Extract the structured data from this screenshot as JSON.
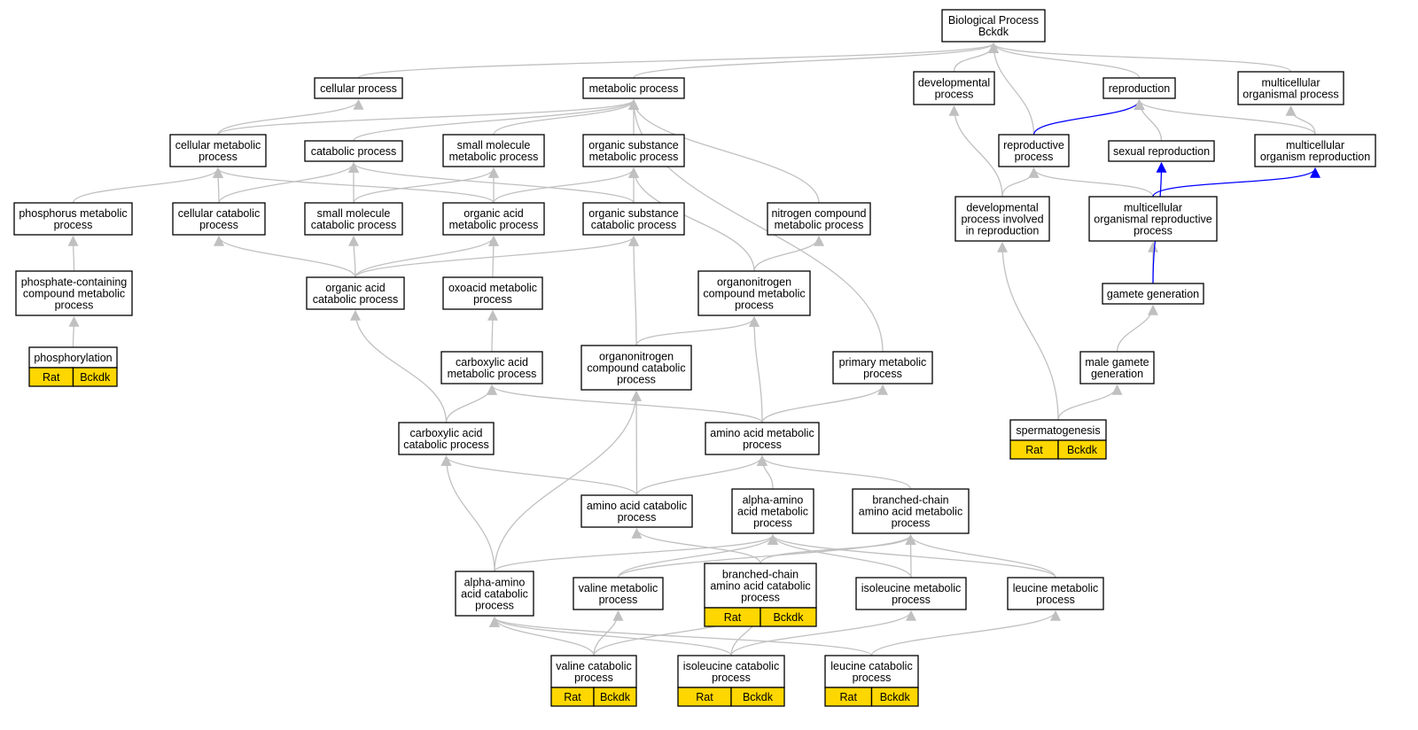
{
  "colors": {
    "edge": "#c0c0c0",
    "highlight_edge": "#0000ff",
    "annotation_fill": "#ffd700",
    "node_fill": "#ffffff",
    "border": "#000000"
  },
  "nodes": [
    {
      "id": "bp",
      "lines": [
        "Biological Process",
        "Bckdk"
      ]
    },
    {
      "id": "cellular",
      "lines": [
        "cellular process"
      ]
    },
    {
      "id": "metabolic",
      "lines": [
        "metabolic process"
      ]
    },
    {
      "id": "developmental",
      "lines": [
        "developmental",
        "process"
      ]
    },
    {
      "id": "reproduction",
      "lines": [
        "reproduction"
      ]
    },
    {
      "id": "multi_org",
      "lines": [
        "multicellular",
        "organismal process"
      ]
    },
    {
      "id": "cell_metab",
      "lines": [
        "cellular metabolic",
        "process"
      ]
    },
    {
      "id": "catabolic",
      "lines": [
        "catabolic process"
      ]
    },
    {
      "id": "small_mol_metab",
      "lines": [
        "small molecule",
        "metabolic process"
      ]
    },
    {
      "id": "org_sub_metab",
      "lines": [
        "organic substance",
        "metabolic process"
      ]
    },
    {
      "id": "repro_process",
      "lines": [
        "reproductive",
        "process"
      ]
    },
    {
      "id": "sexual_repro",
      "lines": [
        "sexual reproduction"
      ]
    },
    {
      "id": "multi_org_repro",
      "lines": [
        "multicellular",
        "organism reproduction"
      ]
    },
    {
      "id": "phos_metab",
      "lines": [
        "phosphorus metabolic",
        "process"
      ]
    },
    {
      "id": "cell_catab",
      "lines": [
        "cellular catabolic",
        "process"
      ]
    },
    {
      "id": "small_mol_catab",
      "lines": [
        "small molecule",
        "catabolic process"
      ]
    },
    {
      "id": "org_acid_metab",
      "lines": [
        "organic acid",
        "metabolic process"
      ]
    },
    {
      "id": "org_sub_catab",
      "lines": [
        "organic substance",
        "catabolic process"
      ]
    },
    {
      "id": "nitrogen_metab",
      "lines": [
        "nitrogen compound",
        "metabolic process"
      ]
    },
    {
      "id": "dev_repro",
      "lines": [
        "developmental",
        "process involved",
        "in reproduction"
      ]
    },
    {
      "id": "multi_org_repro_proc",
      "lines": [
        "multicellular",
        "organismal reproductive",
        "process"
      ]
    },
    {
      "id": "phosphate_metab",
      "lines": [
        "phosphate-containing",
        "compound metabolic",
        "process"
      ]
    },
    {
      "id": "org_acid_catab",
      "lines": [
        "organic acid",
        "catabolic process"
      ]
    },
    {
      "id": "oxoacid",
      "lines": [
        "oxoacid metabolic",
        "process"
      ]
    },
    {
      "id": "orgN_metab",
      "lines": [
        "organonitrogen",
        "compound metabolic",
        "process"
      ]
    },
    {
      "id": "gamete_gen",
      "lines": [
        "gamete generation"
      ]
    },
    {
      "id": "phosphorylation",
      "lines": [
        "phosphorylation"
      ],
      "annot": [
        "Rat",
        "Bckdk"
      ]
    },
    {
      "id": "carbox_metab",
      "lines": [
        "carboxylic acid",
        "metabolic process"
      ]
    },
    {
      "id": "orgN_catab",
      "lines": [
        "organonitrogen",
        "compound catabolic",
        "process"
      ]
    },
    {
      "id": "primary_metab",
      "lines": [
        "primary metabolic",
        "process"
      ]
    },
    {
      "id": "male_gamete",
      "lines": [
        "male gamete",
        "generation"
      ]
    },
    {
      "id": "carbox_catab",
      "lines": [
        "carboxylic acid",
        "catabolic process"
      ]
    },
    {
      "id": "aa_metab",
      "lines": [
        "amino acid metabolic",
        "process"
      ]
    },
    {
      "id": "spermatogenesis",
      "lines": [
        "spermatogenesis"
      ],
      "annot": [
        "Rat",
        "Bckdk"
      ]
    },
    {
      "id": "aa_catab",
      "lines": [
        "amino acid catabolic",
        "process"
      ]
    },
    {
      "id": "alpha_aa_metab",
      "lines": [
        "alpha-amino",
        "acid metabolic",
        "process"
      ]
    },
    {
      "id": "bc_aa_metab",
      "lines": [
        "branched-chain",
        "amino acid metabolic",
        "process"
      ]
    },
    {
      "id": "alpha_aa_catab",
      "lines": [
        "alpha-amino",
        "acid catabolic",
        "process"
      ]
    },
    {
      "id": "valine_metab",
      "lines": [
        "valine metabolic",
        "process"
      ]
    },
    {
      "id": "bc_aa_catab",
      "lines": [
        "branched-chain",
        "amino acid catabolic",
        "process"
      ],
      "annot": [
        "Rat",
        "Bckdk"
      ]
    },
    {
      "id": "isoleucine_metab",
      "lines": [
        "isoleucine metabolic",
        "process"
      ]
    },
    {
      "id": "leucine_metab",
      "lines": [
        "leucine metabolic",
        "process"
      ]
    },
    {
      "id": "valine_catab",
      "lines": [
        "valine catabolic",
        "process"
      ],
      "annot": [
        "Rat",
        "Bckdk"
      ]
    },
    {
      "id": "isoleucine_catab",
      "lines": [
        "isoleucine catabolic",
        "process"
      ],
      "annot": [
        "Rat",
        "Bckdk"
      ]
    },
    {
      "id": "leucine_catab",
      "lines": [
        "leucine catabolic",
        "process"
      ],
      "annot": [
        "Rat",
        "Bckdk"
      ]
    }
  ],
  "edges": [
    {
      "from": "cellular",
      "to": "bp"
    },
    {
      "from": "metabolic",
      "to": "bp"
    },
    {
      "from": "developmental",
      "to": "bp"
    },
    {
      "from": "reproduction",
      "to": "bp"
    },
    {
      "from": "multi_org",
      "to": "bp"
    },
    {
      "from": "repro_process",
      "to": "bp"
    },
    {
      "from": "cell_metab",
      "to": "cellular"
    },
    {
      "from": "cell_metab",
      "to": "metabolic"
    },
    {
      "from": "catabolic",
      "to": "metabolic"
    },
    {
      "from": "small_mol_metab",
      "to": "metabolic"
    },
    {
      "from": "org_sub_metab",
      "to": "metabolic"
    },
    {
      "from": "nitrogen_metab",
      "to": "metabolic"
    },
    {
      "from": "primary_metab",
      "to": "metabolic"
    },
    {
      "from": "repro_process",
      "to": "reproduction",
      "highlight": true
    },
    {
      "from": "sexual_repro",
      "to": "reproduction"
    },
    {
      "from": "multi_org_repro",
      "to": "reproduction"
    },
    {
      "from": "multi_org_repro",
      "to": "multi_org"
    },
    {
      "from": "dev_repro",
      "to": "developmental"
    },
    {
      "from": "dev_repro",
      "to": "repro_process"
    },
    {
      "from": "multi_org_repro_proc",
      "to": "repro_process"
    },
    {
      "from": "multi_org_repro_proc",
      "to": "multi_org_repro",
      "highlight": true
    },
    {
      "from": "gamete_gen",
      "to": "multi_org_repro_proc"
    },
    {
      "from": "gamete_gen",
      "to": "sexual_repro",
      "highlight": true
    },
    {
      "from": "male_gamete",
      "to": "gamete_gen"
    },
    {
      "from": "spermatogenesis",
      "to": "male_gamete"
    },
    {
      "from": "spermatogenesis",
      "to": "dev_repro"
    },
    {
      "from": "phos_metab",
      "to": "cell_metab"
    },
    {
      "from": "cell_catab",
      "to": "cell_metab"
    },
    {
      "from": "cell_catab",
      "to": "catabolic"
    },
    {
      "from": "small_mol_catab",
      "to": "catabolic"
    },
    {
      "from": "small_mol_catab",
      "to": "small_mol_metab"
    },
    {
      "from": "org_acid_metab",
      "to": "cell_metab"
    },
    {
      "from": "org_acid_metab",
      "to": "small_mol_metab"
    },
    {
      "from": "org_acid_metab",
      "to": "org_sub_metab"
    },
    {
      "from": "org_sub_catab",
      "to": "catabolic"
    },
    {
      "from": "org_sub_catab",
      "to": "org_sub_metab"
    },
    {
      "from": "phosphate_metab",
      "to": "phos_metab"
    },
    {
      "from": "phosphorylation",
      "to": "phosphate_metab"
    },
    {
      "from": "org_acid_catab",
      "to": "cell_catab"
    },
    {
      "from": "org_acid_catab",
      "to": "small_mol_catab"
    },
    {
      "from": "org_acid_catab",
      "to": "org_acid_metab"
    },
    {
      "from": "org_acid_catab",
      "to": "org_sub_catab"
    },
    {
      "from": "oxoacid",
      "to": "org_acid_metab"
    },
    {
      "from": "orgN_metab",
      "to": "org_sub_metab"
    },
    {
      "from": "orgN_metab",
      "to": "nitrogen_metab"
    },
    {
      "from": "carbox_metab",
      "to": "oxoacid"
    },
    {
      "from": "orgN_catab",
      "to": "org_sub_catab"
    },
    {
      "from": "orgN_catab",
      "to": "orgN_metab"
    },
    {
      "from": "carbox_catab",
      "to": "carbox_metab"
    },
    {
      "from": "carbox_catab",
      "to": "org_acid_catab"
    },
    {
      "from": "aa_metab",
      "to": "carbox_metab"
    },
    {
      "from": "aa_metab",
      "to": "orgN_metab"
    },
    {
      "from": "aa_metab",
      "to": "primary_metab"
    },
    {
      "from": "aa_catab",
      "to": "carbox_catab"
    },
    {
      "from": "aa_catab",
      "to": "aa_metab"
    },
    {
      "from": "aa_catab",
      "to": "orgN_catab"
    },
    {
      "from": "alpha_aa_metab",
      "to": "aa_metab"
    },
    {
      "from": "bc_aa_metab",
      "to": "aa_metab"
    },
    {
      "from": "alpha_aa_catab",
      "to": "carbox_catab"
    },
    {
      "from": "alpha_aa_catab",
      "to": "orgN_catab"
    },
    {
      "from": "alpha_aa_catab",
      "to": "alpha_aa_metab"
    },
    {
      "from": "valine_metab",
      "to": "alpha_aa_metab"
    },
    {
      "from": "valine_metab",
      "to": "bc_aa_metab"
    },
    {
      "from": "bc_aa_catab",
      "to": "aa_catab"
    },
    {
      "from": "bc_aa_catab",
      "to": "bc_aa_metab"
    },
    {
      "from": "isoleucine_metab",
      "to": "alpha_aa_metab"
    },
    {
      "from": "isoleucine_metab",
      "to": "bc_aa_metab"
    },
    {
      "from": "leucine_metab",
      "to": "alpha_aa_metab"
    },
    {
      "from": "leucine_metab",
      "to": "bc_aa_metab"
    },
    {
      "from": "valine_catab",
      "to": "alpha_aa_catab"
    },
    {
      "from": "valine_catab",
      "to": "valine_metab"
    },
    {
      "from": "valine_catab",
      "to": "bc_aa_catab"
    },
    {
      "from": "isoleucine_catab",
      "to": "alpha_aa_catab"
    },
    {
      "from": "isoleucine_catab",
      "to": "bc_aa_catab"
    },
    {
      "from": "isoleucine_catab",
      "to": "isoleucine_metab"
    },
    {
      "from": "leucine_catab",
      "to": "alpha_aa_catab"
    },
    {
      "from": "leucine_catab",
      "to": "leucine_metab"
    }
  ]
}
